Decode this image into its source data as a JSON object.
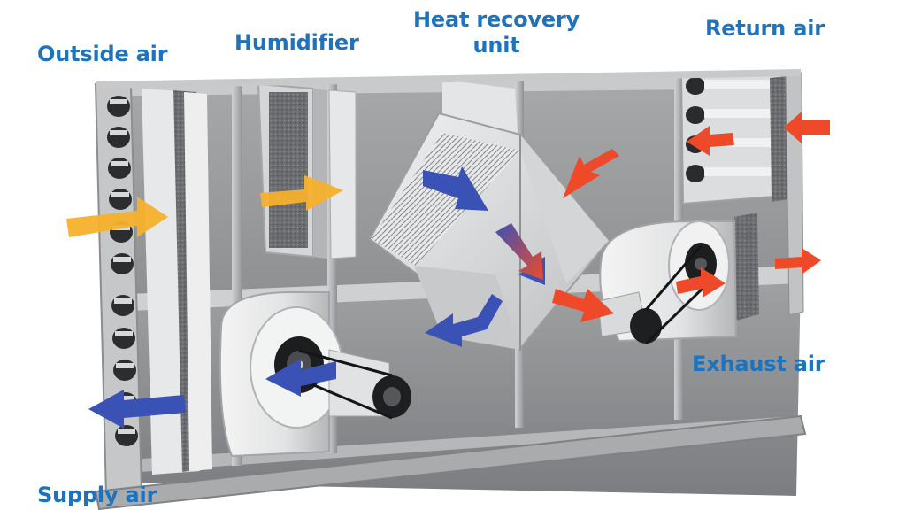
{
  "labels": {
    "outside_air": "Outside air",
    "humidifier": "Humidifier",
    "heat_recovery_line1": "Heat recovery",
    "heat_recovery_line2": "unit",
    "return_air": "Return air",
    "exhaust_air": "Exhaust air",
    "supply_air": "Supply air"
  },
  "colors": {
    "label_text": "#1f73bd",
    "outside_air_arrow": "#f5b12c",
    "supply_air_arrow": "#3a52b5",
    "return_air_arrow": "#ee4a2a",
    "exhaust_air_arrow": "#ee4a2a",
    "housing_frame": "#b9bcbe",
    "housing_panel": "#9a9c9e"
  }
}
